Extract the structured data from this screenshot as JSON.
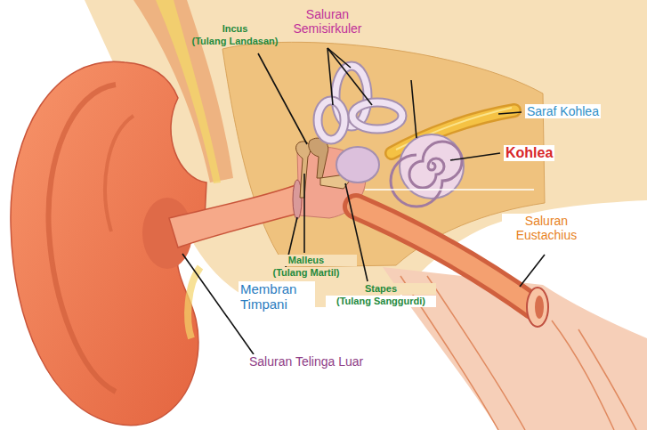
{
  "diagram": {
    "labels": [
      "Incus",
      "(Tulang Landasan)",
      "Saluran Semisirkuler",
      "Saraf Kohlea",
      "Kohlea",
      "Saluran Eustachius",
      "Malleus",
      "(Tulang Martil)",
      "Stapes",
      "(Tulang Sanggurdi)",
      "Membran Timpani",
      "Saluran Telinga Luar"
    ]
  }
}
